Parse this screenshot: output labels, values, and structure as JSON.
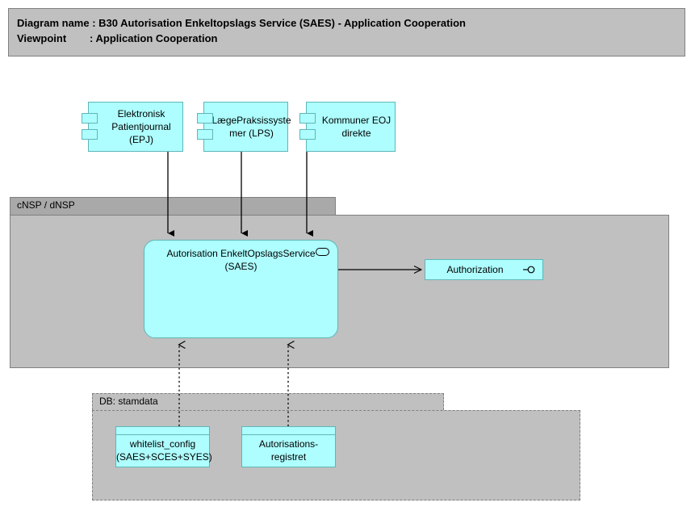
{
  "header": {
    "line1": "Diagram name : B30 Autorisation Enkeltopslags Service (SAES) - Application Cooperation",
    "line2": "Viewpoint        : Application Cooperation"
  },
  "groups": [
    {
      "id": "cnsp",
      "label": "cNSP / dNSP",
      "style": "solid"
    },
    {
      "id": "db_stamdata",
      "label": "DB: stamdata",
      "style": "dashed"
    }
  ],
  "components": [
    {
      "id": "epj",
      "label": "Elektronisk\nPatientjournal\n(EPJ)",
      "type": "application-component"
    },
    {
      "id": "lps",
      "label": "LægePraksissyste\nmer (LPS)",
      "type": "application-component"
    },
    {
      "id": "kommuner",
      "label": "Kommuner EOJ\ndirekte",
      "type": "application-component"
    }
  ],
  "service": {
    "id": "saes",
    "label": "Autorisation EnkeltOpslagsService\n(SAES)",
    "type": "application-service",
    "icon": "rounded-rectangle-service-icon"
  },
  "interface": {
    "id": "authorization",
    "label": "Authorization",
    "type": "application-interface",
    "icon": "lollipop-interface-icon"
  },
  "data_objects": [
    {
      "id": "whitelist_config",
      "label": "whitelist_config\n(SAES+SCES+SYES)",
      "type": "data-object"
    },
    {
      "id": "autorisationsregistret",
      "label": "Autorisations-\nregistret",
      "type": "data-object"
    }
  ],
  "relations": [
    {
      "from": "epj",
      "to": "saes",
      "style": "solid",
      "arrow": "filled"
    },
    {
      "from": "lps",
      "to": "saes",
      "style": "solid",
      "arrow": "filled"
    },
    {
      "from": "kommuner",
      "to": "saes",
      "style": "solid",
      "arrow": "filled"
    },
    {
      "from": "saes",
      "to": "authorization",
      "style": "solid",
      "arrow": "open"
    },
    {
      "from": "whitelist_config",
      "to": "saes",
      "style": "dotted",
      "arrow": "open"
    },
    {
      "from": "autorisationsregistret",
      "to": "saes",
      "style": "dotted",
      "arrow": "open"
    }
  ],
  "colors": {
    "element_fill": "#aefeff",
    "element_stroke": "#5fb6b8",
    "group_fill": "#c0c0c0",
    "group_tab_fill": "#a9a9a9",
    "group_stroke": "#808080",
    "canvas": "#ffffff",
    "line": "#000000"
  }
}
